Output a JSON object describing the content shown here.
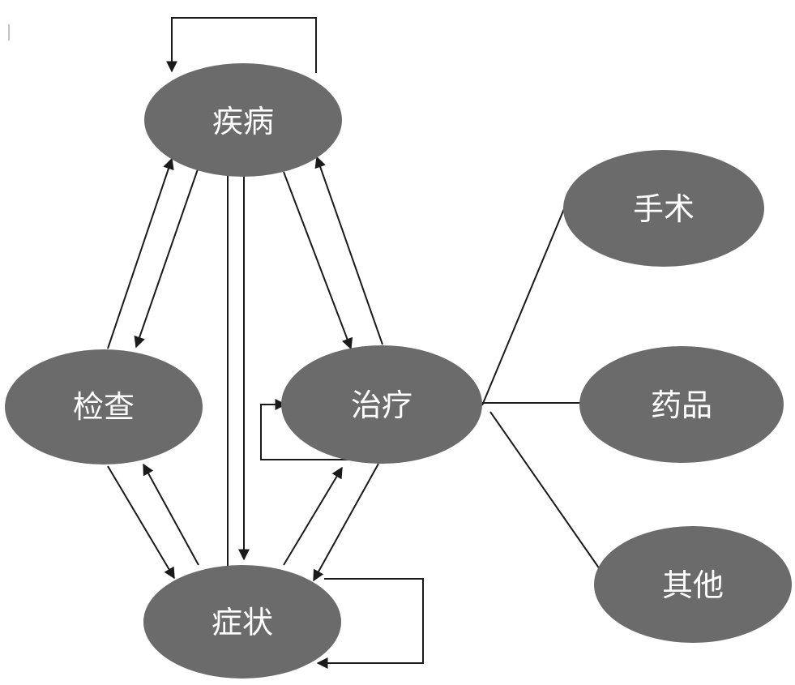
{
  "diagram": {
    "nodes": [
      {
        "id": "disease",
        "label": "疾病"
      },
      {
        "id": "exam",
        "label": "检查"
      },
      {
        "id": "treatment",
        "label": "治疗"
      },
      {
        "id": "symptom",
        "label": "症状"
      },
      {
        "id": "surgery",
        "label": "手术"
      },
      {
        "id": "drug",
        "label": "药品"
      },
      {
        "id": "other",
        "label": "其他"
      }
    ],
    "edges": [
      {
        "from": "disease",
        "to": "disease",
        "directed": true
      },
      {
        "from": "exam",
        "to": "disease",
        "directed": true
      },
      {
        "from": "disease",
        "to": "exam",
        "directed": true
      },
      {
        "from": "symptom",
        "to": "disease",
        "directed": true
      },
      {
        "from": "disease",
        "to": "symptom",
        "directed": true
      },
      {
        "from": "disease",
        "to": "treatment",
        "directed": true
      },
      {
        "from": "treatment",
        "to": "disease",
        "directed": true
      },
      {
        "from": "treatment",
        "to": "treatment",
        "directed": true
      },
      {
        "from": "exam",
        "to": "symptom",
        "directed": true
      },
      {
        "from": "symptom",
        "to": "exam",
        "directed": true
      },
      {
        "from": "symptom",
        "to": "treatment",
        "directed": true
      },
      {
        "from": "treatment",
        "to": "symptom",
        "directed": true
      },
      {
        "from": "symptom",
        "to": "symptom",
        "directed": true
      },
      {
        "from": "treatment",
        "to": "surgery",
        "directed": false
      },
      {
        "from": "treatment",
        "to": "drug",
        "directed": false
      },
      {
        "from": "treatment",
        "to": "other",
        "directed": false
      }
    ],
    "colors": {
      "node_fill": "#6b6b6b",
      "node_text": "#ffffff",
      "edge": "#1a1a1a"
    }
  }
}
